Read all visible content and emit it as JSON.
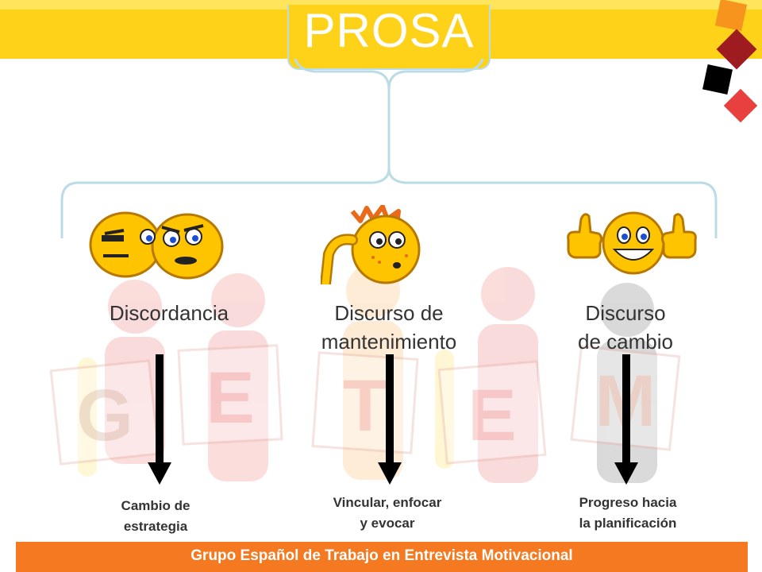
{
  "title": "PROSA",
  "branches": [
    {
      "label": "Discordancia",
      "icon": "two-angry-smileys-icon",
      "outcome_line1": "Cambio de",
      "outcome_line2": "estrategia"
    },
    {
      "label_line1": "Discurso de",
      "label_line2": "mantenimiento",
      "icon": "thinking-smiley-icon",
      "outcome_line1": "Vincular, enfocar",
      "outcome_line2": "y evocar"
    },
    {
      "label_line1": "Discurso",
      "label_line2": "de cambio",
      "icon": "thumbs-up-smiley-icon",
      "outcome_line1": "Progreso hacia",
      "outcome_line2": "la planificación"
    }
  ],
  "watermark_letters": [
    "G",
    "E",
    "T",
    "E",
    "M"
  ],
  "footer": "Grupo Español de Trabajo en Entrevista Motivacional",
  "colors": {
    "band": "#ffd21a",
    "footer": "#f47920",
    "connector": "#b9dce6",
    "arrow": "#000000",
    "square_orange": "#f7941d",
    "square_darkred": "#9e1b20",
    "square_black": "#000000",
    "square_red": "#e8403f"
  }
}
